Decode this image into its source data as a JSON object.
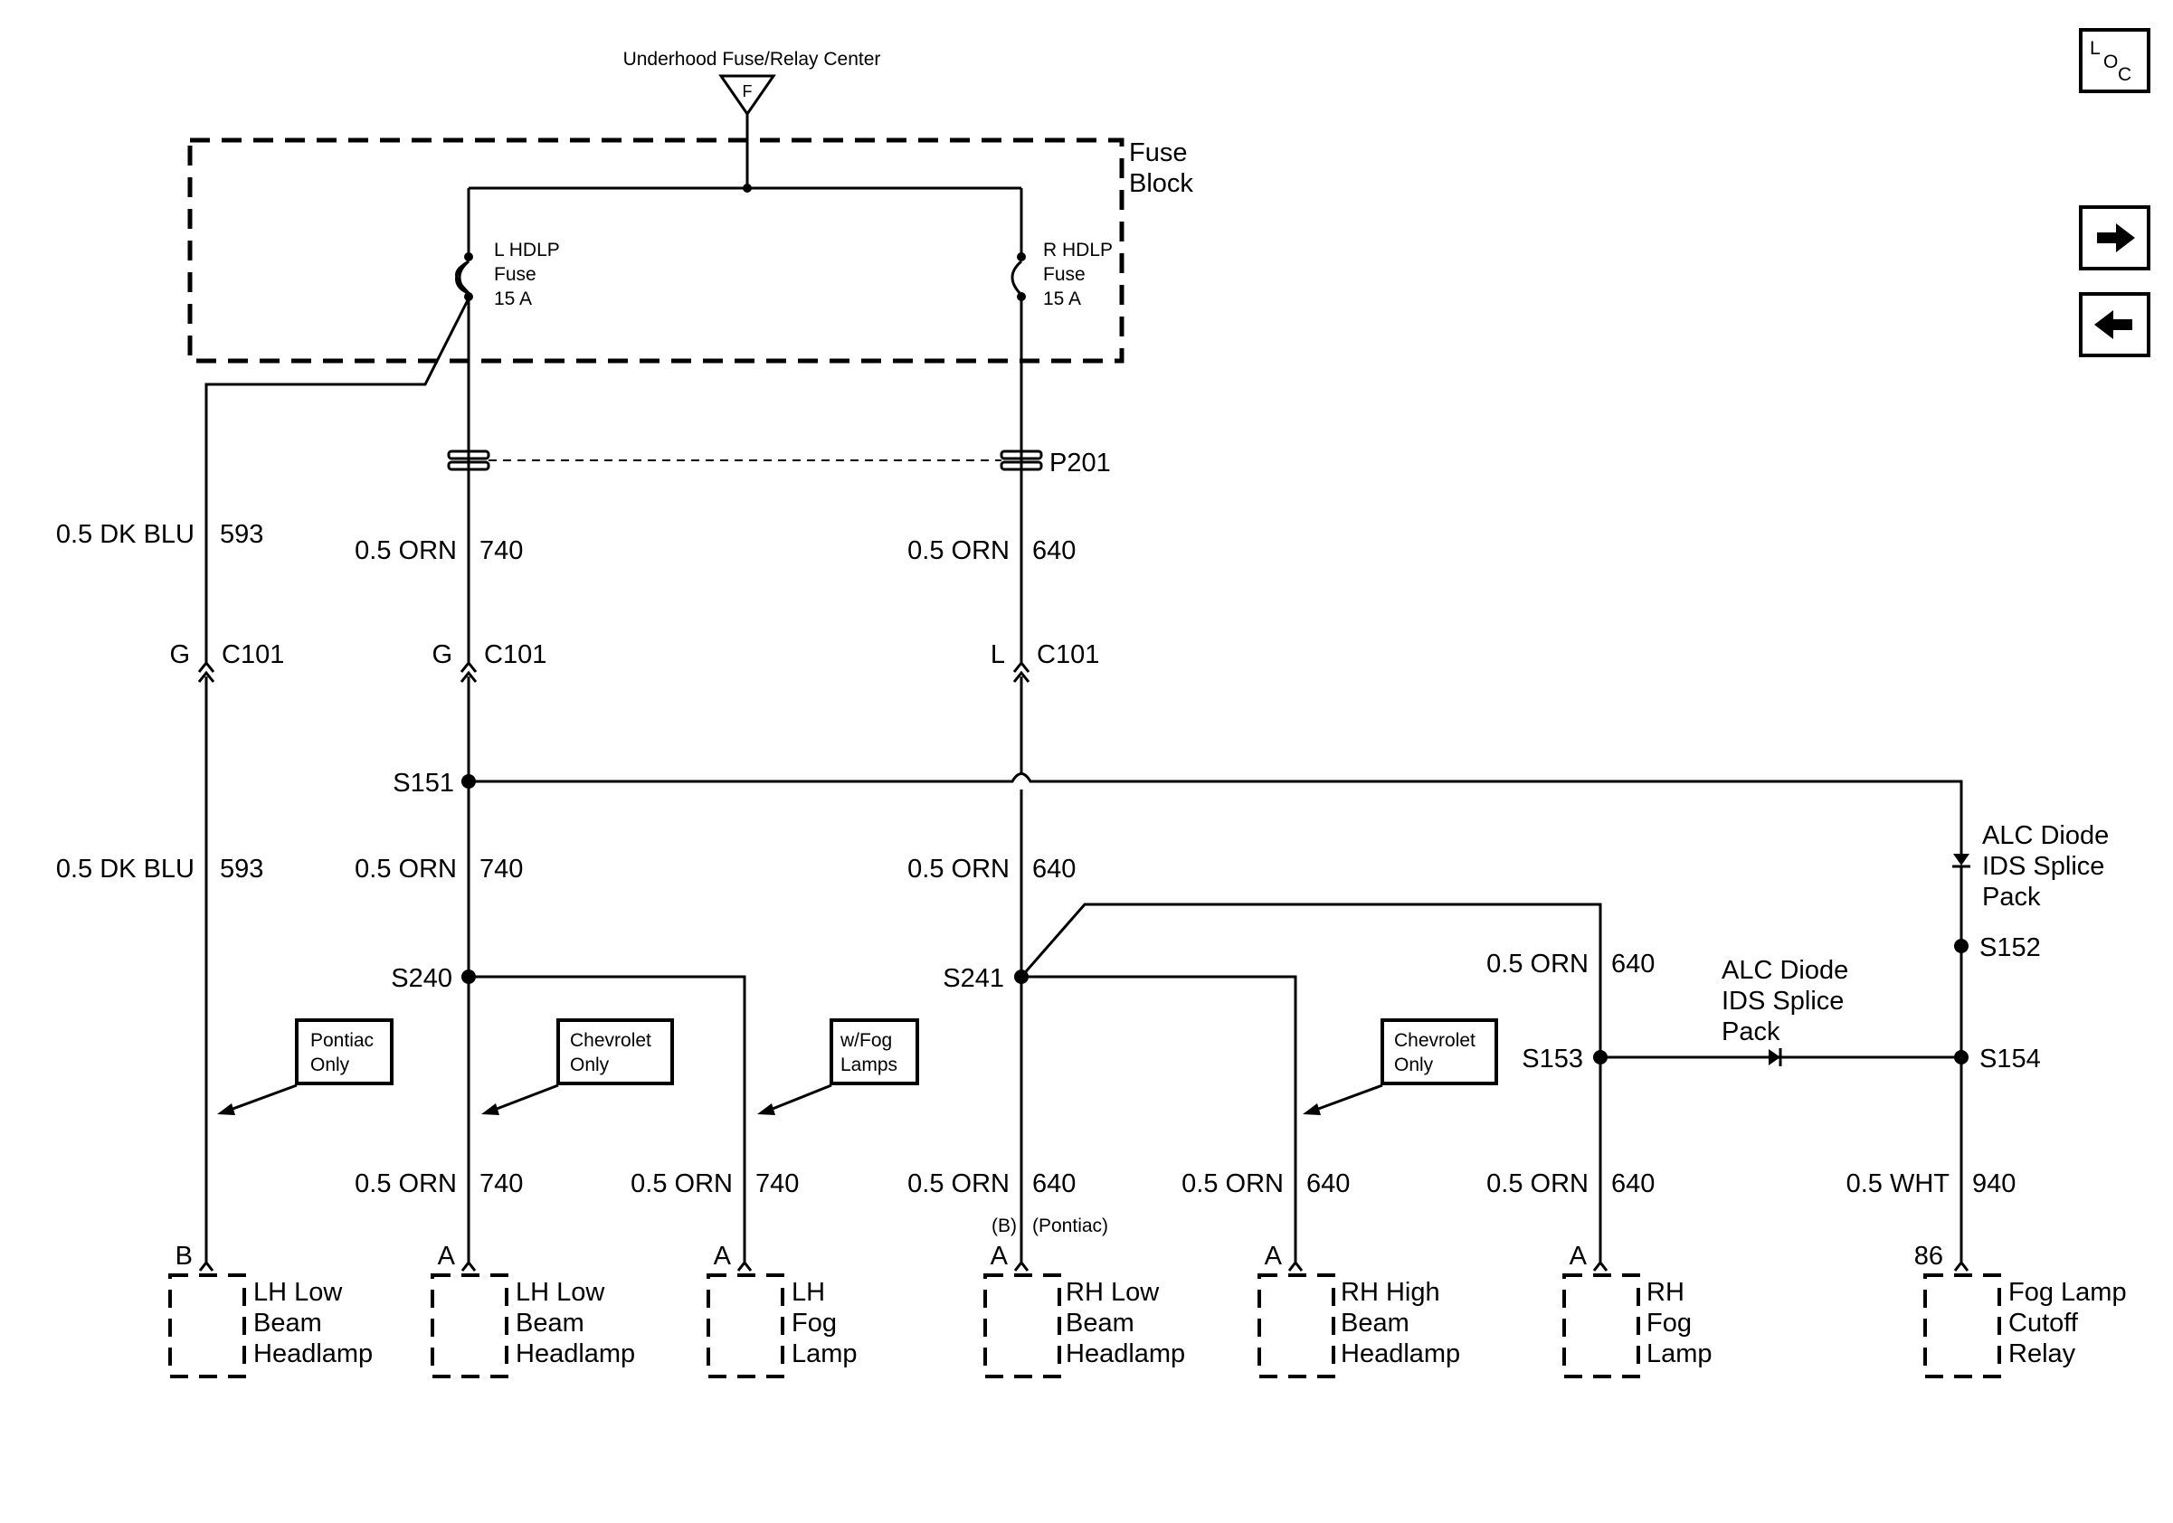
{
  "source": {
    "label": "Underhood Fuse/Relay Center",
    "connector": "F"
  },
  "fuse_block": {
    "title_line1": "Fuse",
    "title_line2": "Block",
    "left_fuse": {
      "line1": "L HDLP",
      "line2": "Fuse",
      "line3": "15 A"
    },
    "right_fuse": {
      "line1": "R HDLP",
      "line2": "Fuse",
      "line3": "15 A"
    }
  },
  "connectors": {
    "p201": "P201",
    "c101": "C101",
    "pin_g": "G",
    "pin_l": "L"
  },
  "wires": {
    "dk_blu_gauge": "0.5 DK BLU",
    "dk_blu_circuit": "593",
    "orn_gauge": "0.5 ORN",
    "orn_740": "740",
    "orn_640": "640",
    "wht_gauge": "0.5 WHT",
    "wht_940": "940"
  },
  "splices": {
    "s151": "S151",
    "s152": "S152",
    "s153": "S153",
    "s154": "S154",
    "s240": "S240",
    "s241": "S241"
  },
  "diodes": {
    "alc_upper": {
      "line1": "ALC Diode",
      "line2": "IDS Splice",
      "line3": "Pack"
    },
    "alc_lower": {
      "line1": "ALC Diode",
      "line2": "IDS Splice",
      "line3": "Pack"
    }
  },
  "options": {
    "pontiac_only": {
      "line1": "Pontiac",
      "line2": "Only"
    },
    "chevrolet_only": {
      "line1": "Chevrolet",
      "line2": "Only"
    },
    "fog_lamps": {
      "line1": "w/Fog",
      "line2": "Lamps"
    }
  },
  "notes": {
    "pin_b_paren": "(B)",
    "pontiac_paren": "(Pontiac)"
  },
  "components": {
    "lh_low_beam_pontiac": {
      "pin": "B",
      "line1": "LH Low",
      "line2": "Beam",
      "line3": "Headlamp"
    },
    "lh_low_beam": {
      "pin": "A",
      "line1": "LH Low",
      "line2": "Beam",
      "line3": "Headlamp"
    },
    "lh_fog": {
      "pin": "A",
      "line1": "LH",
      "line2": "Fog",
      "line3": "Lamp"
    },
    "rh_low_beam": {
      "pin": "A",
      "line1": "RH Low",
      "line2": "Beam",
      "line3": "Headlamp"
    },
    "rh_high_beam": {
      "pin": "A",
      "line1": "RH High",
      "line2": "Beam",
      "line3": "Headlamp"
    },
    "rh_fog": {
      "pin": "A",
      "line1": "RH",
      "line2": "Fog",
      "line3": "Lamp"
    },
    "fog_cutoff_relay": {
      "pin": "86",
      "line1": "Fog Lamp",
      "line2": "Cutoff",
      "line3": "Relay"
    }
  },
  "nav": {
    "loc_l": "L",
    "loc_o": "O",
    "loc_c": "C",
    "forward_icon": "arrow-right-icon",
    "back_icon": "arrow-left-icon"
  }
}
